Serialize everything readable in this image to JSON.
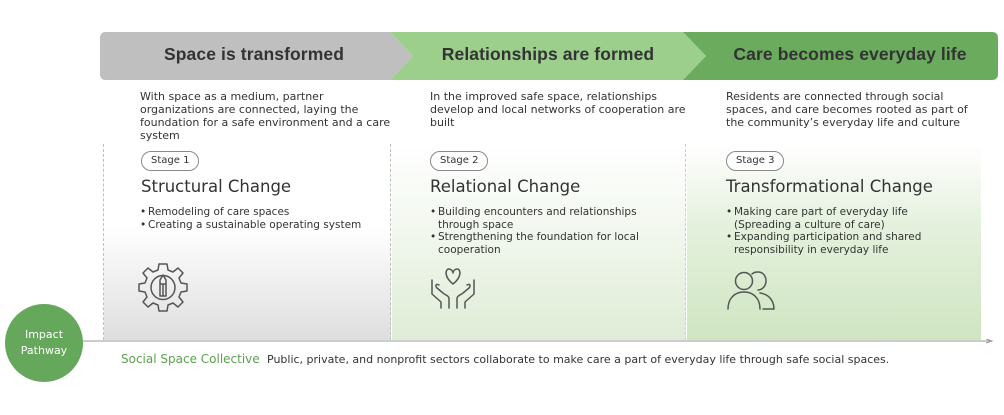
{
  "colors": {
    "stage1_arrow": "#bfbfbf",
    "stage2_arrow": "#9ccf8c",
    "stage3_arrow": "#6aab5e",
    "accent_green": "#66a85b",
    "text": "#333333"
  },
  "stages": [
    {
      "title": "Space is transformed",
      "description": "With space as a medium, partner organizations are connected, laying the foundation for a safe environment and a care system",
      "badge": "Stage 1",
      "change": "Structural Change",
      "bullets": [
        "Remodeling of care spaces",
        "Creating a sustainable operating system"
      ],
      "icon": "gear-icon"
    },
    {
      "title": "Relationships are formed",
      "description": "In the improved safe space, relationships develop and local networks of cooperation are built",
      "badge": "Stage 2",
      "change": "Relational Change",
      "bullets": [
        "Building encounters and relationships through space",
        "Strengthening the foundation for local cooperation"
      ],
      "icon": "hands-heart-icon"
    },
    {
      "title": "Care becomes everyday life",
      "description": "Residents are connected through social spaces, and care becomes rooted as part of the community’s everyday life and culture",
      "badge": "Stage 3",
      "change": "Transformational Change",
      "bullets": [
        "Making care part of everyday life (Spreading a culture of care)",
        "Expanding participation and shared responsibility in everyday life"
      ],
      "icon": "people-icon"
    }
  ],
  "pathway": {
    "label": "Impact Pathway",
    "collective": "Social Space Collective",
    "statement": "Public, private, and nonprofit sectors collaborate to make care a part of everyday life through safe social spaces."
  }
}
